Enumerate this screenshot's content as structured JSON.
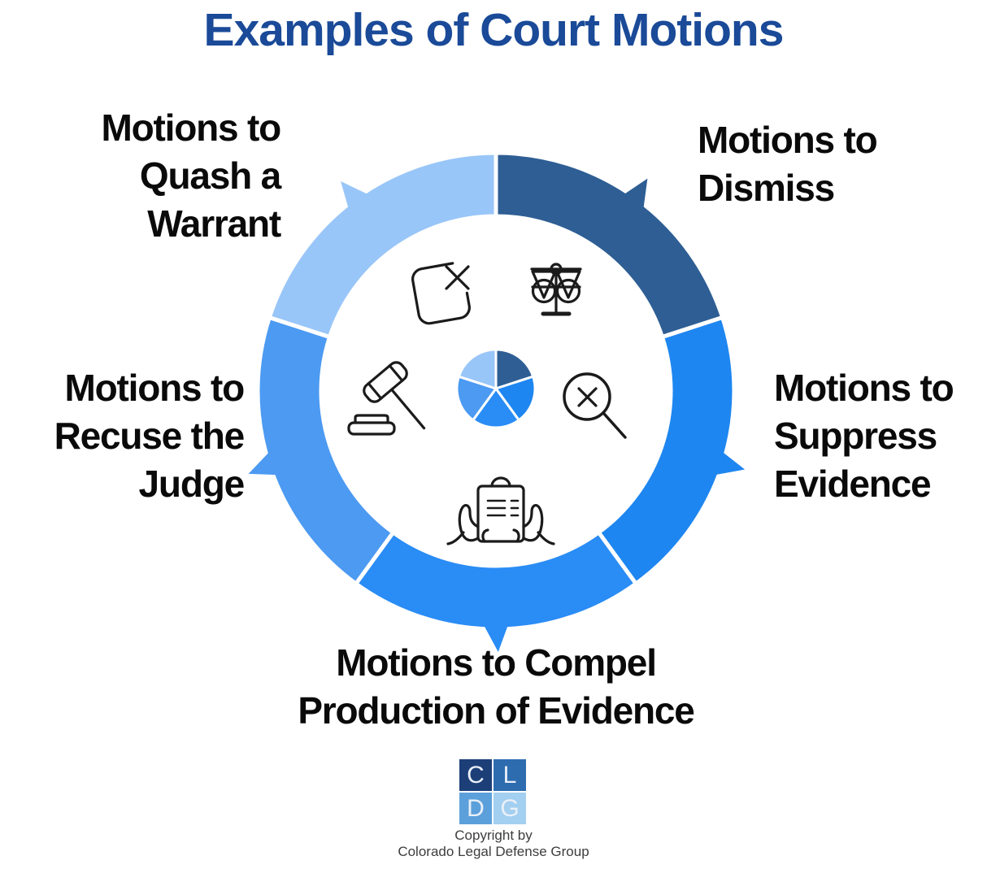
{
  "title": "Examples of Court Motions",
  "title_color": "#1A4A98",
  "diagram": {
    "type": "cycle-donut",
    "segment_count": 5,
    "equal_segments": true,
    "start_angle_deg": 0,
    "direction": "clockwise",
    "has_center_pie": true,
    "separator_color": "#ffffff"
  },
  "segments": [
    {
      "id": "dismiss",
      "label": "Motions to\nDismiss",
      "color": "#2E5E94",
      "icon": "scales-of-justice-icon"
    },
    {
      "id": "suppress",
      "label": "Motions to\nSuppress\nEvidence",
      "color": "#1E86F0",
      "icon": "magnifier-x-icon"
    },
    {
      "id": "compel",
      "label": "Motions to Compel\nProduction of Evidence",
      "color": "#2A8CF5",
      "icon": "hands-document-icon"
    },
    {
      "id": "recuse",
      "label": "Motions to\nRecuse the\nJudge",
      "color": "#4C9AF2",
      "icon": "gavel-icon"
    },
    {
      "id": "quash",
      "label": "Motions to\nQuash a\nWarrant",
      "color": "#99C6F8",
      "icon": "cancel-document-icon"
    }
  ],
  "label_color": "#0a0a0a",
  "logo": {
    "cells": [
      {
        "letter": "C",
        "color": "#1C3F78"
      },
      {
        "letter": "L",
        "color": "#2E6CB0"
      },
      {
        "letter": "D",
        "color": "#5CA0DB"
      },
      {
        "letter": "G",
        "color": "#A3CFF0"
      }
    ],
    "letter_color": "#EAF0F7"
  },
  "copyright": {
    "line1": "Copyright by",
    "line2": "Colorado Legal Defense Group",
    "color": "#3D3D3D"
  }
}
